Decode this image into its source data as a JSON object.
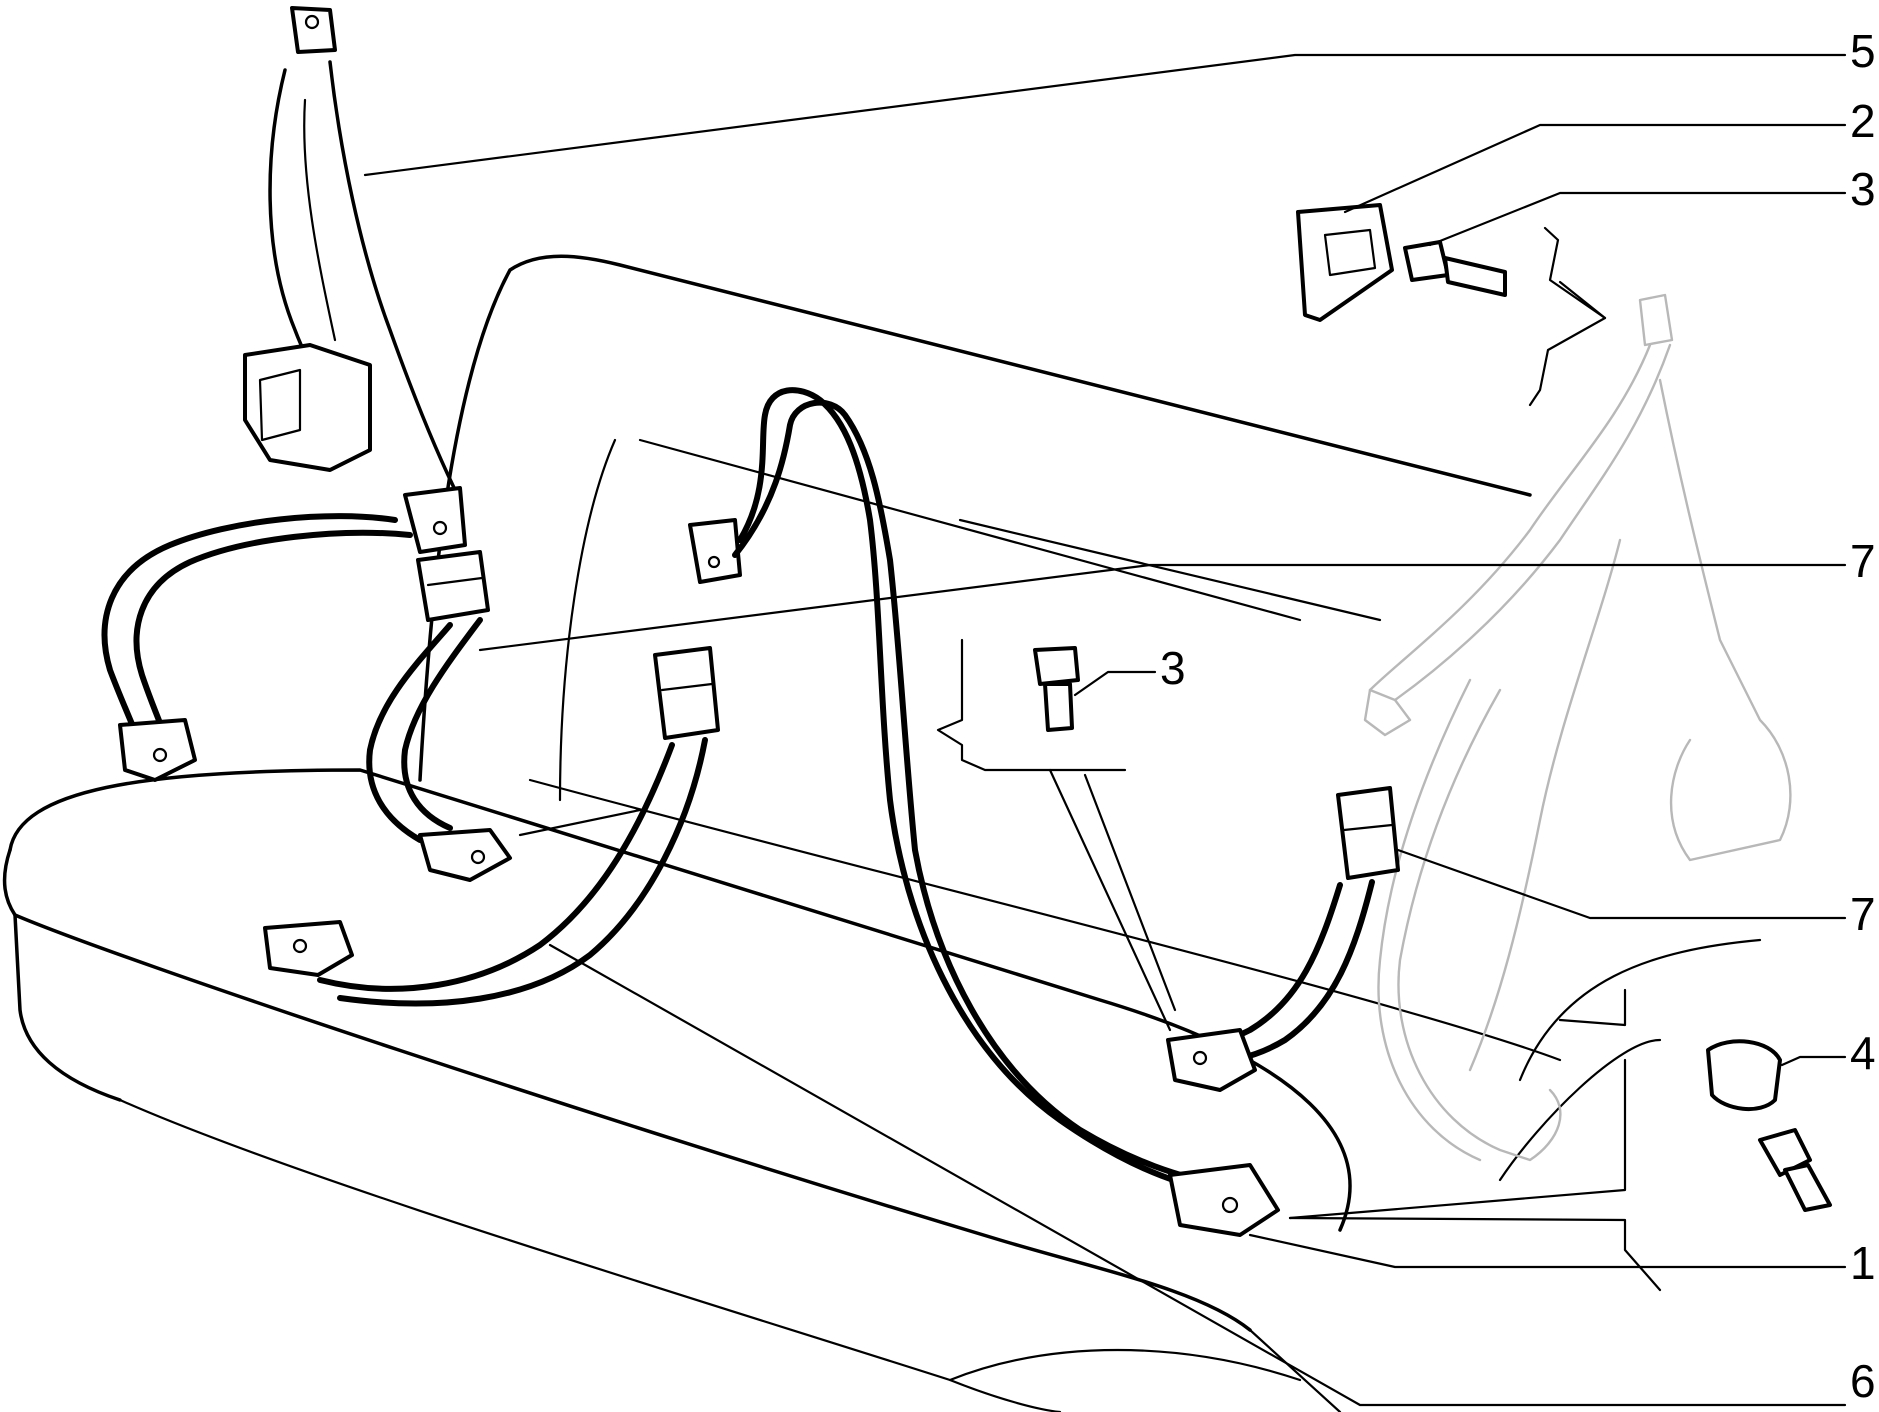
{
  "callouts": [
    {
      "id": "c5",
      "label": "5"
    },
    {
      "id": "c2",
      "label": "2"
    },
    {
      "id": "c3a",
      "label": "3"
    },
    {
      "id": "c7a",
      "label": "7"
    },
    {
      "id": "c3b",
      "label": "3"
    },
    {
      "id": "c7b",
      "label": "7"
    },
    {
      "id": "c4",
      "label": "4"
    },
    {
      "id": "c1",
      "label": "1"
    },
    {
      "id": "c6",
      "label": "6"
    }
  ]
}
